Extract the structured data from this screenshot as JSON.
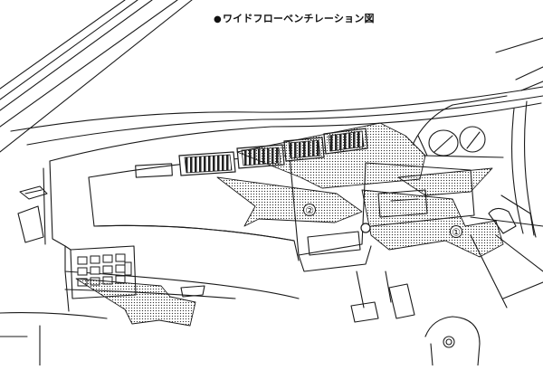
{
  "diagram": {
    "title": "ワイドフローベンチレーション図",
    "bullet": "●",
    "callouts": [
      {
        "id": "1",
        "label": "①"
      },
      {
        "id": "2",
        "label": "②"
      }
    ],
    "colors": {
      "line": "#1a1a1a",
      "flow_dots": "#333333",
      "background": "#ffffff"
    }
  }
}
